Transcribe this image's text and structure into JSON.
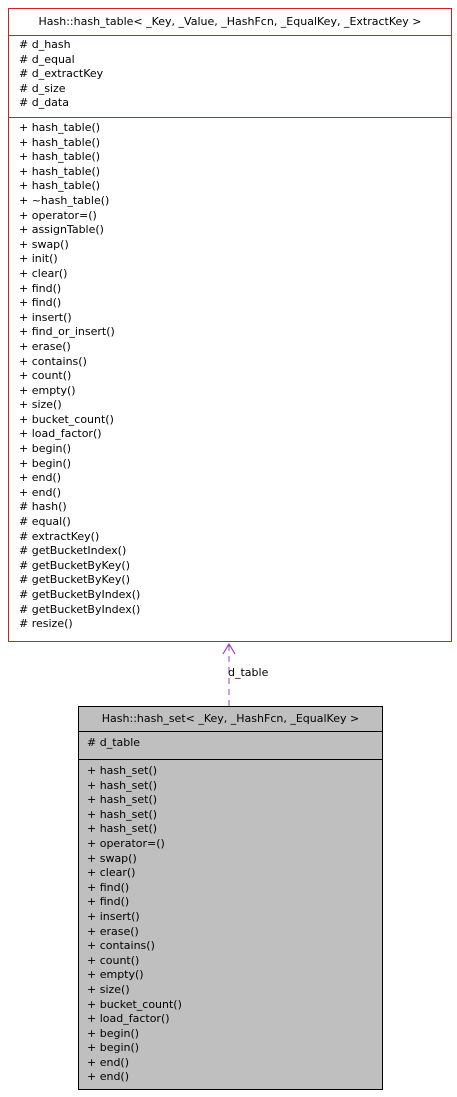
{
  "hash_table": {
    "title": "Hash::hash_table< _Key, _Value, _HashFcn, _EqualKey, _ExtractKey >",
    "attributes": [
      "# d_hash",
      "# d_equal",
      "# d_extractKey",
      "# d_size",
      "# d_data"
    ],
    "methods": [
      "+ hash_table()",
      "+ hash_table()",
      "+ hash_table()",
      "+ hash_table()",
      "+ hash_table()",
      "+ ~hash_table()",
      "+ operator=()",
      "+ assignTable()",
      "+ swap()",
      "+ init()",
      "+ clear()",
      "+ find()",
      "+ find()",
      "+ insert()",
      "+ find_or_insert()",
      "+ erase()",
      "+ contains()",
      "+ count()",
      "+ empty()",
      "+ size()",
      "+ bucket_count()",
      "+ load_factor()",
      "+ begin()",
      "+ begin()",
      "+ end()",
      "+ end()",
      "# hash()",
      "# equal()",
      "# extractKey()",
      "# getBucketIndex()",
      "# getBucketByKey()",
      "# getBucketByKey()",
      "# getBucketByIndex()",
      "# getBucketByIndex()",
      "# resize()"
    ],
    "border_color": "#cc2222",
    "background": "#ffffff"
  },
  "hash_set": {
    "title": "Hash::hash_set< _Key, _HashFcn, _EqualKey >",
    "attributes": [
      "# d_table"
    ],
    "methods": [
      "+ hash_set()",
      "+ hash_set()",
      "+ hash_set()",
      "+ hash_set()",
      "+ hash_set()",
      "+ operator=()",
      "+ swap()",
      "+ clear()",
      "+ find()",
      "+ find()",
      "+ insert()",
      "+ erase()",
      "+ contains()",
      "+ count()",
      "+ empty()",
      "+ size()",
      "+ bucket_count()",
      "+ load_factor()",
      "+ begin()",
      "+ begin()",
      "+ end()",
      "+ end()"
    ],
    "border_color": "#000000",
    "background": "#bfbfbf"
  },
  "relation": {
    "label": "d_table",
    "color": "#9a3cc8"
  }
}
